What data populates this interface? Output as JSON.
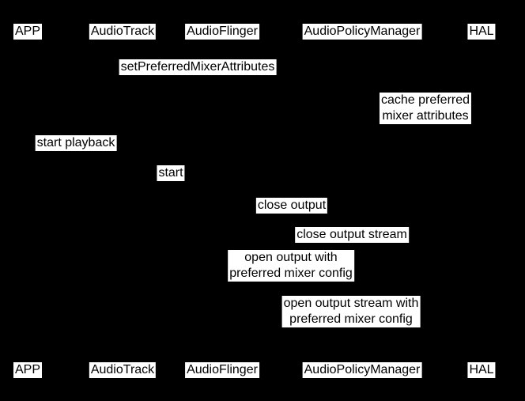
{
  "colors": {
    "background": "#000000",
    "label_background": "#ffffff",
    "label_text": "#000000"
  },
  "participants": [
    "APP",
    "AudioTrack",
    "AudioFlinger",
    "AudioPolicyManager",
    "HAL"
  ],
  "messages": [
    {
      "lines": [
        "setPreferredMixerAttributes"
      ]
    },
    {
      "lines": [
        "cache preferred",
        "mixer attributes"
      ]
    },
    {
      "lines": [
        "start playback"
      ]
    },
    {
      "lines": [
        "start"
      ]
    },
    {
      "lines": [
        "close output"
      ]
    },
    {
      "lines": [
        "close output stream"
      ]
    },
    {
      "lines": [
        "open output with",
        "preferred mixer config"
      ]
    },
    {
      "lines": [
        "open output stream with",
        "preferred mixer config"
      ]
    }
  ]
}
